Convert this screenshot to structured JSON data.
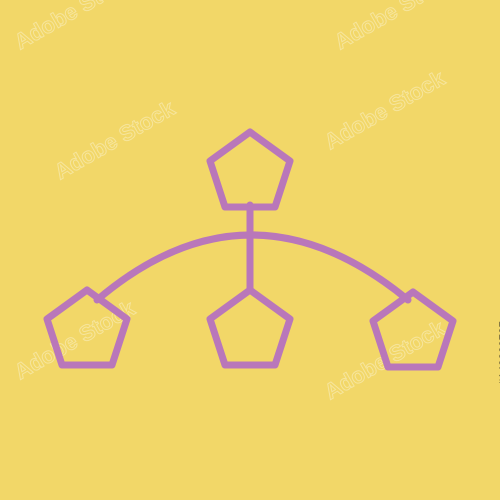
{
  "colors": {
    "background": "#F2D768",
    "stroke": "#B977BA"
  },
  "watermark": {
    "text": "Adobe Stock"
  },
  "stock_id": "#149229737",
  "icon": {
    "name": "hierarchy-network-icon",
    "node_shape": "pentagon",
    "node_count": 4
  }
}
